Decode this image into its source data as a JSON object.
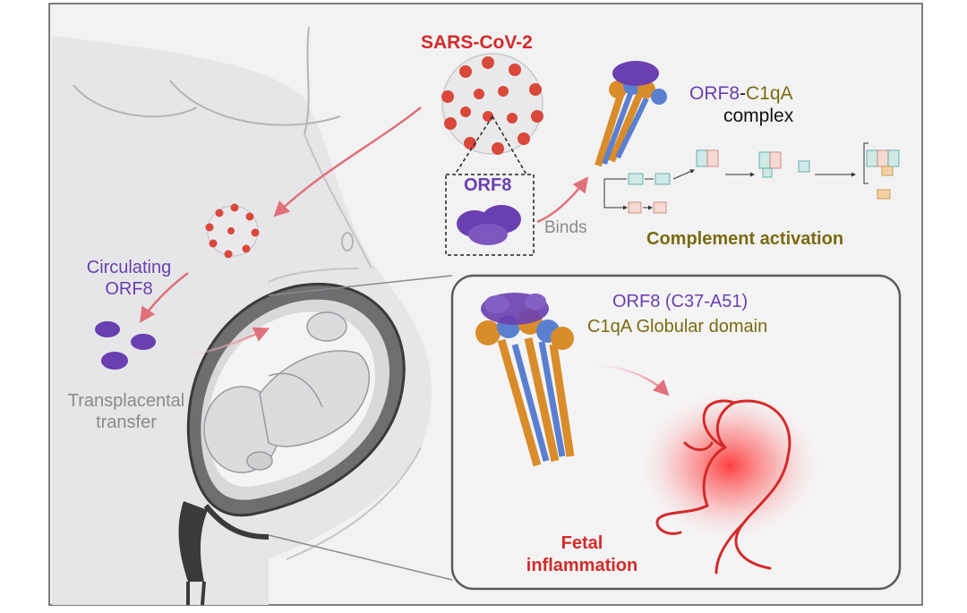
{
  "labels": {
    "virus": "SARS-CoV-2",
    "orf8": "ORF8",
    "complex_orf8": "ORF8",
    "complex_dash": "-",
    "complex_c1qa": "C1qA",
    "complex_word": "complex",
    "binds": "Binds",
    "complement_activation": "Complement activation",
    "circulating_line1": "Circulating",
    "circulating_line2": "ORF8",
    "transplacental_line1": "Transplacental",
    "transplacental_line2": "transfer",
    "inset_line1": "ORF8 (C37-A51)",
    "inset_line2": "C1qA Globular domain",
    "fetal_line1": "Fetal",
    "fetal_line2": "inflammation"
  },
  "colors": {
    "virus_red": "#d42a2a",
    "orf8_purple": "#6a3fb0",
    "c1q_orange": "#d98c2a",
    "c1q_blue": "#5b7fd0",
    "olive": "#7a6a10",
    "arrow_red": "#e0707a",
    "body_grey": "#e9e9ea",
    "outline_grey": "#b5b5b8"
  }
}
